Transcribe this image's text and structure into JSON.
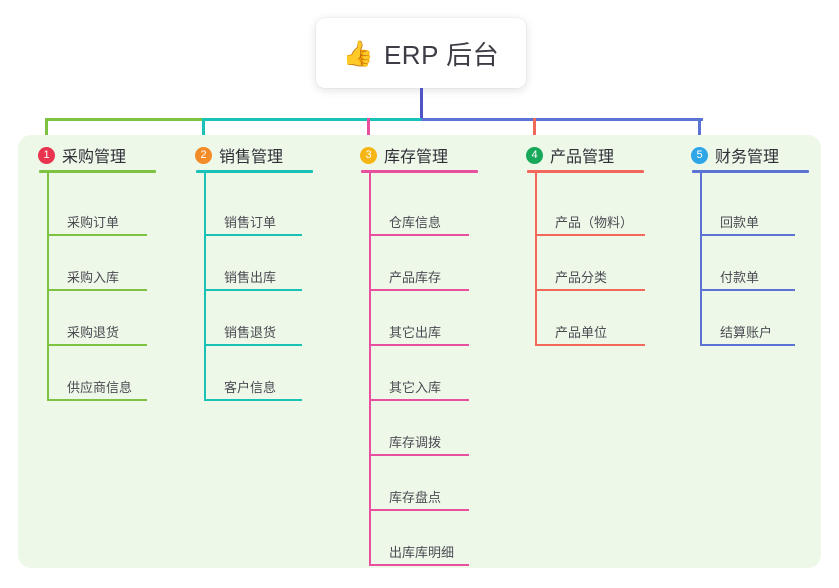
{
  "root": {
    "icon": "thumbs-up-icon",
    "emoji": "👍",
    "title": "ERP 后台"
  },
  "palette": {
    "panel_bg": "#eef8e8",
    "page_bg": "#ffffff",
    "root_connector": "#4f54c4",
    "text": "#3d3d46"
  },
  "columns": [
    {
      "index": "1",
      "title": "采购管理",
      "badge_color": "#e8344e",
      "line_color": "#7ec242",
      "items": [
        "采购订单",
        "采购入库",
        "采购退货",
        "供应商信息"
      ]
    },
    {
      "index": "2",
      "title": "销售管理",
      "badge_color": "#f28c28",
      "line_color": "#18c2b6",
      "items": [
        "销售订单",
        "销售出库",
        "销售退货",
        "客户信息"
      ]
    },
    {
      "index": "3",
      "title": "库存管理",
      "badge_color": "#f5b513",
      "line_color": "#e8509f",
      "items": [
        "仓库信息",
        "产品库存",
        "其它出库",
        "其它入库",
        "库存调拨",
        "库存盘点",
        "出库库明细"
      ]
    },
    {
      "index": "4",
      "title": "产品管理",
      "badge_color": "#18a85a",
      "line_color": "#f4685c",
      "items": [
        "产品（物料）",
        "产品分类",
        "产品单位"
      ]
    },
    {
      "index": "5",
      "title": "财务管理",
      "badge_color": "#2fa6e8",
      "line_color": "#5b74d4",
      "items": [
        "回款单",
        "付款单",
        "结算账户"
      ]
    }
  ]
}
